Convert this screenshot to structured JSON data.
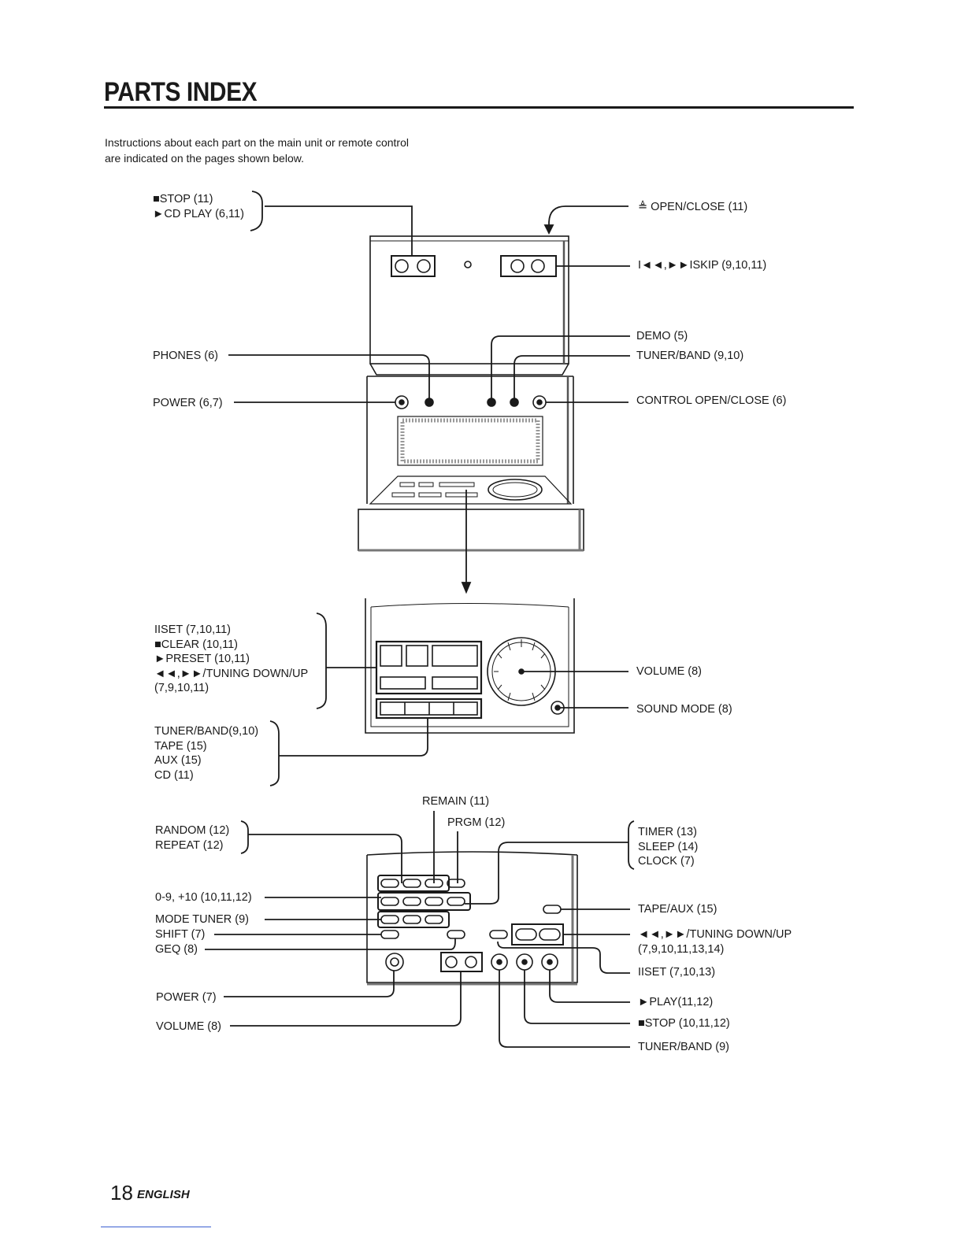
{
  "header": {
    "title": "PARTS INDEX"
  },
  "intro": {
    "line1": "Instructions about each part on the main unit or remote control",
    "line2": "are indicated on the pages shown below."
  },
  "main_unit_top": {
    "stop": "■STOP (11)",
    "cd_play": "►CD PLAY (6,11)",
    "open_close": "≜ OPEN/CLOSE (11)",
    "skip": "I◄◄,►►ISKIP (9,10,11)",
    "demo": "DEMO (5)",
    "tuner_band": "TUNER/BAND (9,10)",
    "phones": "PHONES (6)",
    "power": "POWER (6,7)",
    "control_open_close": "CONTROL OPEN/CLOSE (6)"
  },
  "control_panel": {
    "set": "IISET (7,10,11)",
    "clear": "■CLEAR (10,11)",
    "preset": "►PRESET (10,11)",
    "tuning": "◄◄,►►/TUNING DOWN/UP",
    "tuning_pages": "(7,9,10,11)",
    "tuner_band": "TUNER/BAND(9,10)",
    "tape": "TAPE (15)",
    "aux": "AUX  (15)",
    "cd": "CD (11)",
    "volume": "VOLUME (8)",
    "sound_mode": "SOUND MODE (8)"
  },
  "remote": {
    "remain": "REMAIN (11)",
    "prgm": "PRGM (12)",
    "random": "RANDOM (12)",
    "repeat": "REPEAT (12)",
    "timer": "TIMER (13)",
    "sleep": "SLEEP (14)",
    "clock": "CLOCK (7)",
    "numbers": "0-9, +10 (10,11,12)",
    "mode_tuner": "MODE TUNER (9)",
    "shift": "SHIFT (7)",
    "geq": "GEQ (8)",
    "tape_aux": "TAPE/AUX (15)",
    "tuning": "◄◄,►►/TUNING DOWN/UP",
    "tuning_pages": "(7,9,10,11,13,14)",
    "set": "IISET (7,10,13)",
    "power": "POWER (7)",
    "volume": "VOLUME (8)",
    "play": "►PLAY(11,12)",
    "stop": "■STOP (10,11,12)",
    "tuner_band": "TUNER/BAND (9)"
  },
  "footer": {
    "page_number": "18",
    "language": "ENGLISH"
  }
}
